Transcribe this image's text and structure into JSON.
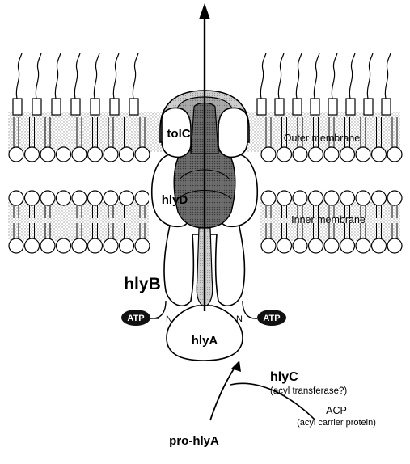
{
  "labels": {
    "tolC": "tolC",
    "outer_membrane": "Outer membrane",
    "hlyD": "hlyD",
    "inner_membrane": "Inner membrane",
    "hlyB": "hlyB",
    "atp_left": "ATP",
    "n_left": "N",
    "n_right": "N",
    "atp_right": "ATP",
    "hlyA": "hlyA",
    "hlyC": "hlyC",
    "hlyC_note": "(acyl transferase?)",
    "acp": "ACP",
    "acp_note": "(acyl carrier protein)",
    "pro_hlyA": "pro-hlyA"
  },
  "colors": {
    "ink": "#000000",
    "paper": "#ffffff",
    "membrane_stipple": "#d9d9d9",
    "channel_dark": "#7a7a7a",
    "channel_mid": "#a8a8a8",
    "channel_light": "#c8c8c8"
  }
}
